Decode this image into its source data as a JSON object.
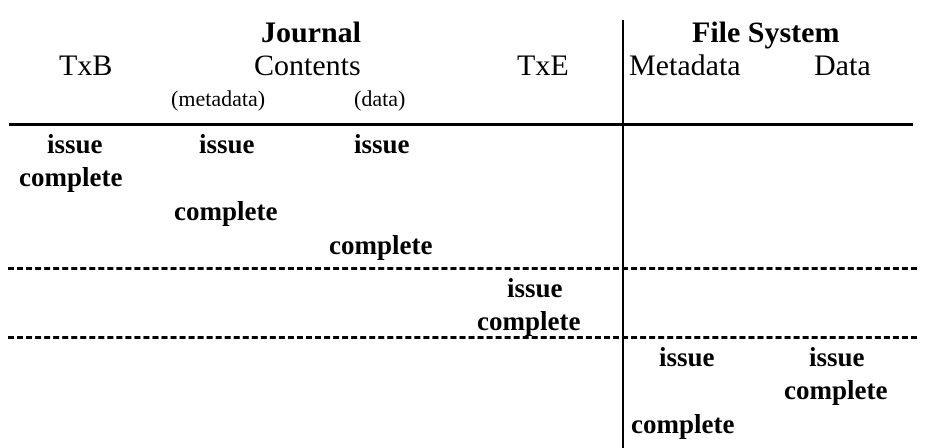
{
  "figure": {
    "type": "table",
    "group_headers": {
      "journal": "Journal",
      "file_system": "File System"
    },
    "columns": {
      "txb": "TxB",
      "contents": "Contents",
      "contents_metadata": "(metadata)",
      "contents_data": "(data)",
      "txe": "TxE",
      "fs_metadata": "Metadata",
      "fs_data": "Data"
    },
    "cells": {
      "txb_issue": "issue",
      "txb_complete": "complete",
      "journal_metadata_issue": "issue",
      "journal_metadata_complete": "complete",
      "journal_data_issue": "issue",
      "journal_data_complete": "complete",
      "txe_issue": "issue",
      "txe_complete": "complete",
      "fs_metadata_issue": "issue",
      "fs_metadata_complete": "complete",
      "fs_data_issue": "issue",
      "fs_data_complete": "complete"
    },
    "colors": {
      "ink": "#000000",
      "background": "#ffffff"
    }
  }
}
